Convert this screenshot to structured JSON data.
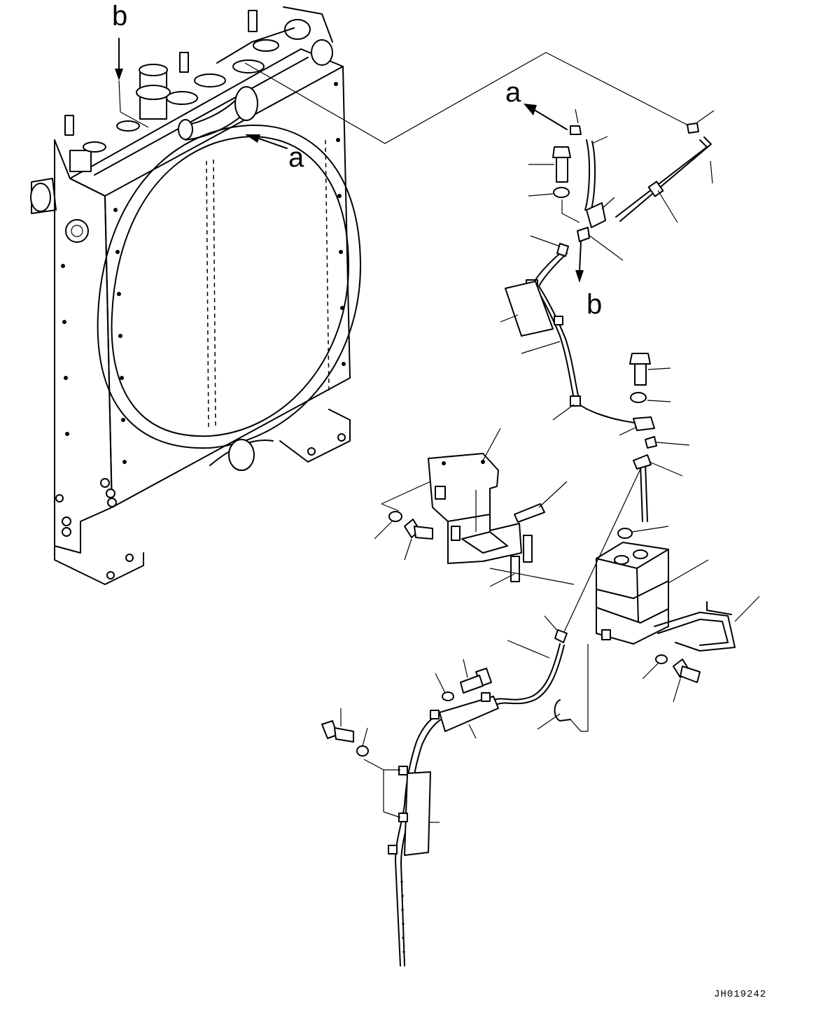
{
  "drawing": {
    "view_labels": {
      "a_main": "a",
      "b_main": "b",
      "a_detail": "a",
      "b_detail": "b"
    },
    "drawing_number": "JH019242"
  }
}
